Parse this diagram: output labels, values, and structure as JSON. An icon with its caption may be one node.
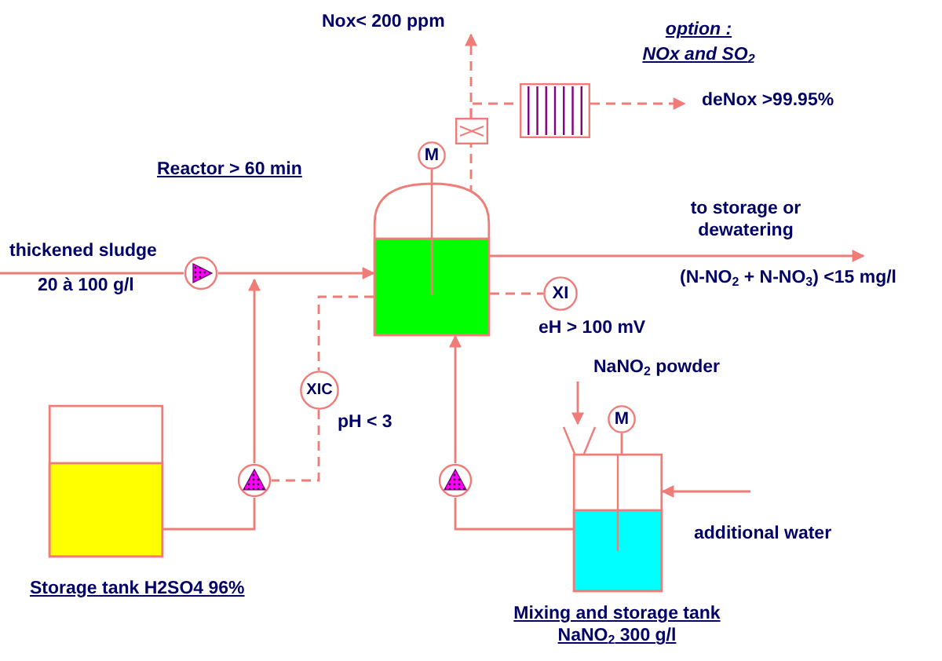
{
  "diagram": {
    "nodes": [
      {
        "text": [],
        "shape": "tank"
      },
      {
        "text": [],
        "shape": "pump"
      },
      {
        "text": [],
        "shape": "tank",
        "beside": [
          "Storage tank H2SO4 96%"
        ]
      },
      {
        "text": [],
        "shape": "pump"
      },
      {
        "text": [],
        "shape": "pump"
      },
      {
        "text": [],
        "shape": "tank",
        "beside": [
          "Mixing and storage tank NaNO$_{2}$ 300 g/l"
        ]
      },
      {
        "text": [
          "XIC"
        ],
        "beside": [
          "pH < 3"
        ]
      },
      {
        "text": [
          "XI"
        ],
        "beside": [
          "eH > 100 mV"
        ]
      },
      {
        "text": [
          "M"
        ]
      },
      {
        "text": [
          "M"
        ]
      },
      {
        "text": [],
        "shape": "box"
      },
      {
        "text": [],
        "shape": "box"
      },
      {
        "text": [],
        "shape": "funnel"
      },
      {
        "text": [
          "Nox< 200 ppm"
        ]
      },
      {
        "text": [
          "deNox >99.95%"
        ]
      },
      {
        "text": [
          "(N-NO$_{2}$ + N-NO$_{3}$) <15 mg/l"
        ]
      },
      {
        "text": [
          "NaNO$_{2}$ powder"
        ]
      },
      {
        "text": [
          "additional water"
        ]
      }
    ],
    "edges": [
      {
        "from": null,
        "to": 1,
        "arrow": "none"
      },
      {
        "from": 1,
        "to": 0,
        "arrow": "to"
      },
      {
        "from": 2,
        "to": 3,
        "arrow": "none"
      },
      {
        "from": 3,
        "to": 0,
        "arrow": "to"
      },
      {
        "from": 5,
        "to": 4,
        "arrow": "none"
      },
      {
        "from": 4,
        "to": 0,
        "arrow": "to"
      },
      {
        "from": 0,
        "to": 15,
        "arrow": "to"
      },
      {
        "from": 0,
        "to": 7,
        "arrow": "none",
        "style": "dashed"
      },
      {
        "from": 6,
        "to": 3,
        "arrow": "none",
        "style": "dashed"
      },
      {
        "from": 0,
        "to": 6,
        "arrow": "none",
        "style": "dashed"
      },
      {
        "from": 8,
        "to": 0,
        "arrow": "none"
      },
      {
        "from": 9,
        "to": 5,
        "arrow": "none"
      },
      {
        "from": 0,
        "to": 10,
        "arrow": "none",
        "style": "dashed"
      },
      {
        "from": 10,
        "to": 13,
        "arrow": "to",
        "style": "dashed"
      },
      {
        "from": 10,
        "to": 11,
        "arrow": "none",
        "style": "dashed"
      },
      {
        "from": 11,
        "to": 14,
        "arrow": "to",
        "style": "dashed"
      },
      {
        "from": 16,
        "to": 12,
        "arrow": "to"
      },
      {
        "from": 17,
        "to": 5,
        "arrow": "to"
      }
    ],
    "labels": [
      "option :",
      "NOx and SO$_{2}$",
      "Reactor  > 60 min",
      "to storage or dewatering",
      "thickened sludge",
      "20 à 100 g/l"
    ]
  }
}
